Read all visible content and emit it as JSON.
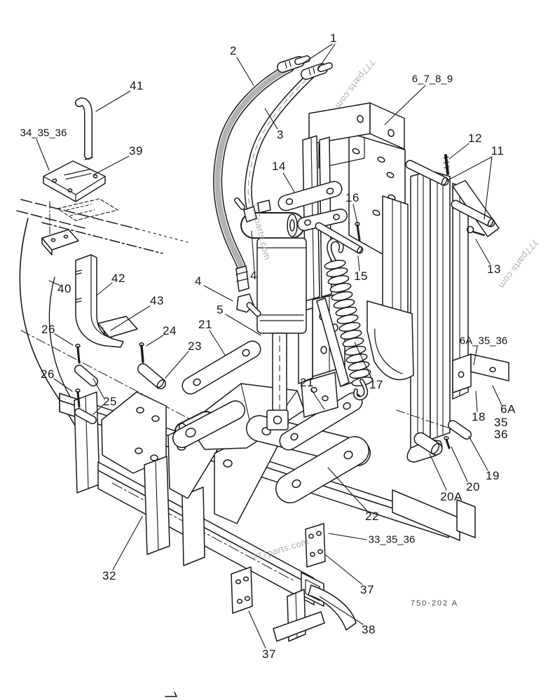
{
  "diagram": {
    "ref_code": {
      "text": "750-202 A"
    },
    "watermark": {
      "text": "777parts.com"
    },
    "callouts": [
      {
        "text": "1"
      },
      {
        "text": "2"
      },
      {
        "text": "3"
      },
      {
        "text": "41"
      },
      {
        "text": "34_35_36"
      },
      {
        "text": "39"
      },
      {
        "text": "6_7_8_9"
      },
      {
        "text": "12"
      },
      {
        "text": "11"
      },
      {
        "text": "14"
      },
      {
        "text": "16"
      },
      {
        "text": "13"
      },
      {
        "text": "15"
      },
      {
        "text": "40"
      },
      {
        "text": "42"
      },
      {
        "text": "43"
      },
      {
        "text": "4"
      },
      {
        "text": "4"
      },
      {
        "text": "5"
      },
      {
        "text": "26"
      },
      {
        "text": "24"
      },
      {
        "text": "23"
      },
      {
        "text": "21"
      },
      {
        "text": "26"
      },
      {
        "text": "25"
      },
      {
        "text": "17"
      },
      {
        "text": "21"
      },
      {
        "text": "18"
      },
      {
        "text": "6A"
      },
      {
        "text": "35"
      },
      {
        "text": "36"
      },
      {
        "text": "19"
      },
      {
        "text": "20"
      },
      {
        "text": "20A"
      },
      {
        "text": "22"
      },
      {
        "text": "32"
      },
      {
        "text": "33_35_36"
      },
      {
        "text": "37"
      },
      {
        "text": "38"
      },
      {
        "text": "37"
      },
      {
        "text": "6A_35_36"
      }
    ]
  }
}
